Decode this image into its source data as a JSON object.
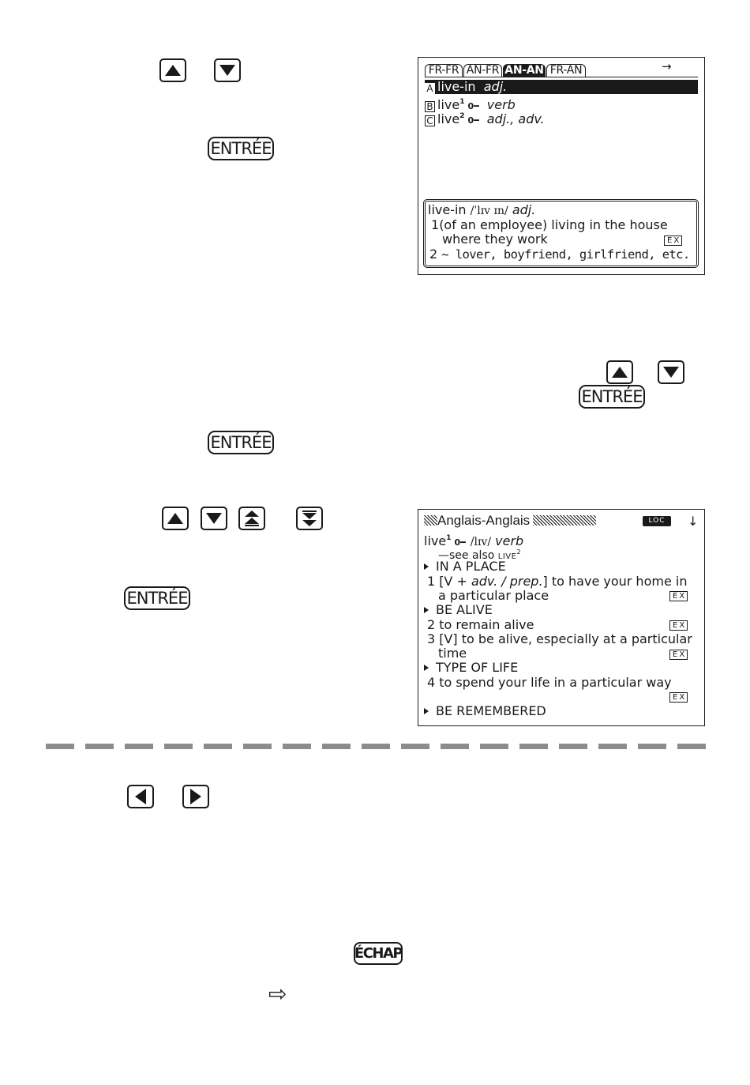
{
  "keys": {
    "up_arrow": "up-arrow",
    "down_arrow": "down-arrow",
    "page_up": "double-up-arrow",
    "page_down": "double-down-arrow",
    "left_arrow": "left-arrow",
    "right_arrow": "right-arrow",
    "entree": "ENTRÉE",
    "echap": "ÉCHAP"
  },
  "screen1": {
    "tabs": [
      "FR-FR",
      "AN-FR",
      "AN-AN",
      "FR-AN"
    ],
    "active_tab": "AN-AN",
    "nav_arrow": "→",
    "results": [
      {
        "letter": "A",
        "word": "live-in",
        "sup": "",
        "key_icon": "",
        "pos": "adj."
      },
      {
        "letter": "B",
        "word": "live",
        "sup": "1",
        "key_icon": "0━",
        "pos": "verb"
      },
      {
        "letter": "C",
        "word": "live",
        "sup": "2",
        "key_icon": "0━",
        "pos": "adj., adv."
      }
    ],
    "preview": {
      "headword": "live-in",
      "pron": "/ˈlɪv ɪn/",
      "pos": "adj.",
      "def1_num": "1",
      "def1_line1": "(of an employee) living in the house",
      "def1_line2": "where they work",
      "ex": "EX",
      "def2_num": "2",
      "def2_text": "~ lover, boyfriend, girlfriend, etc."
    }
  },
  "screen2": {
    "title": "Anglais-Anglais",
    "loc_badge": "LOC",
    "scroll_arrow": "↓",
    "headword": "live",
    "sup": "1",
    "key_icon": "0━",
    "pron": "/lɪv/",
    "pos": "verb",
    "see_also": "—see also ",
    "see_also_word": "LIVE",
    "see_also_sup": "2",
    "sec1": "IN A PLACE",
    "d1_num": "1",
    "d1_a": "[V + ",
    "d1_b": "adv. / prep.",
    "d1_c": "] to have your home in",
    "d1_line2": "a particular place",
    "sec2": "BE ALIVE",
    "d2_num": "2",
    "d2_text": "to remain alive",
    "d3_num": "3",
    "d3_line1": "[V] to be alive, especially at a particular",
    "d3_line2": "time",
    "sec3": "TYPE OF LIFE",
    "d4_num": "4",
    "d4_text": "to spend your life in a particular way",
    "sec4": "BE REMEMBERED",
    "ex": "EX"
  },
  "hint_arrow": "⇨",
  "colors": {
    "ink": "#1a1a1a",
    "dash": "#8c8c8c"
  }
}
